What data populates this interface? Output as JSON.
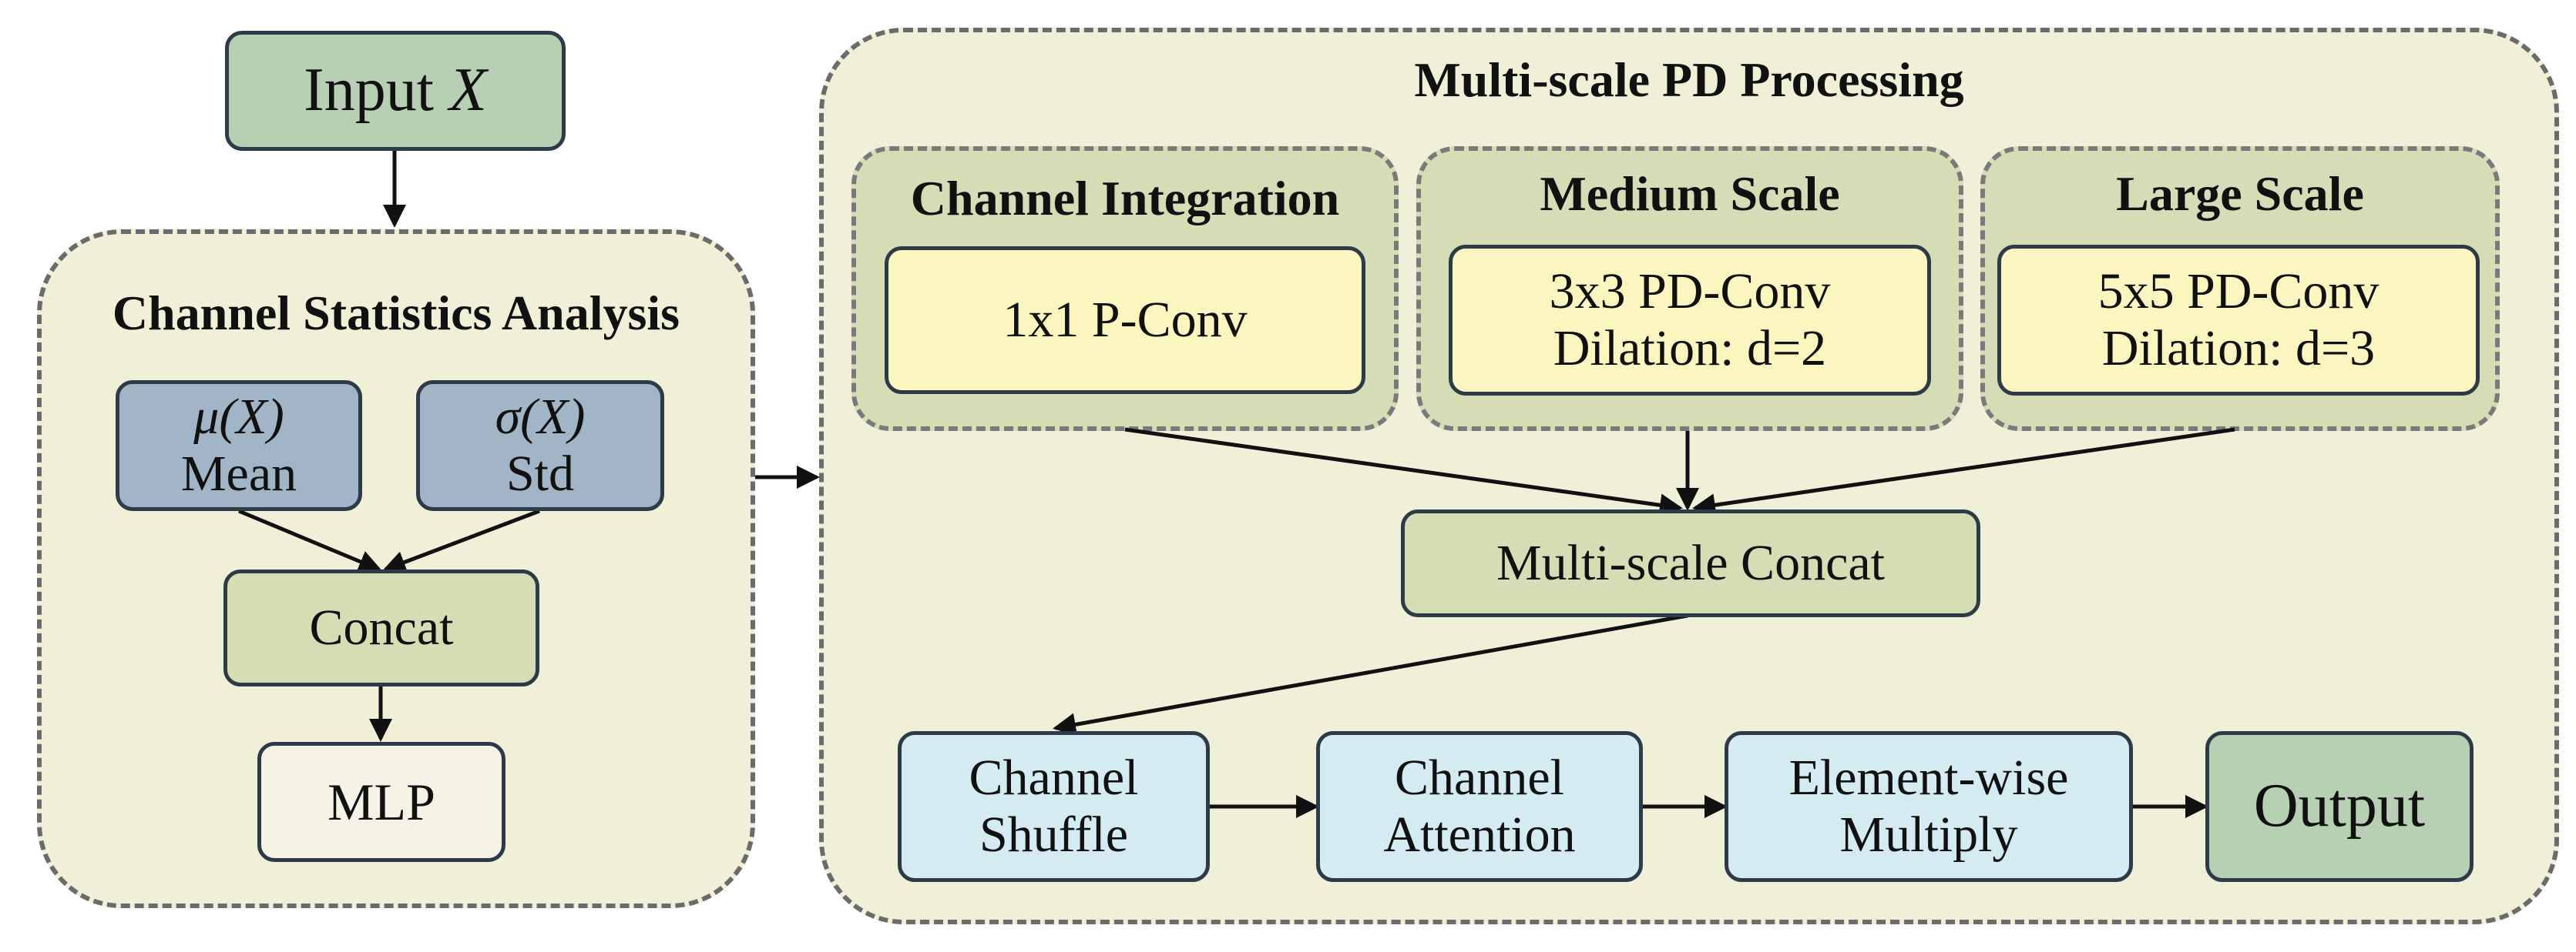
{
  "input": {
    "label": "Input",
    "var": "X"
  },
  "stats_group": {
    "title": "Channel Statistics Analysis",
    "mean": {
      "symbol": "μ(X)",
      "label": "Mean"
    },
    "std": {
      "symbol": "σ(X)",
      "label": "Std"
    },
    "concat": "Concat",
    "mlp": "MLP"
  },
  "pd_group": {
    "title": "Multi-scale PD Processing",
    "channel_integration": {
      "title": "Channel Integration",
      "box": "1x1 P-Conv"
    },
    "medium_scale": {
      "title": "Medium Scale",
      "line1": "3x3 PD-Conv",
      "line2": "Dilation: d=2"
    },
    "large_scale": {
      "title": "Large Scale",
      "line1": "5x5 PD-Conv",
      "line2": "Dilation: d=3"
    },
    "multi_concat": "Multi-scale Concat",
    "shuffle": {
      "line1": "Channel",
      "line2": "Shuffle"
    },
    "attention": {
      "line1": "Channel",
      "line2": "Attention"
    },
    "multiply": {
      "line1": "Element-wise",
      "line2": "Multiply"
    },
    "output": "Output"
  },
  "colors": {
    "group_fill": "#f0f0d8",
    "subgroup_fill": "#d6dcb6",
    "green_box": "#b7d0b3",
    "olive_box": "#d6dcb4",
    "slate_box": "#a2b5c6",
    "yellow_box": "#fbf6c0",
    "cream_box": "#f4f3e6",
    "cyan_box": "#d3ebf1",
    "border": "#2d3a48"
  }
}
